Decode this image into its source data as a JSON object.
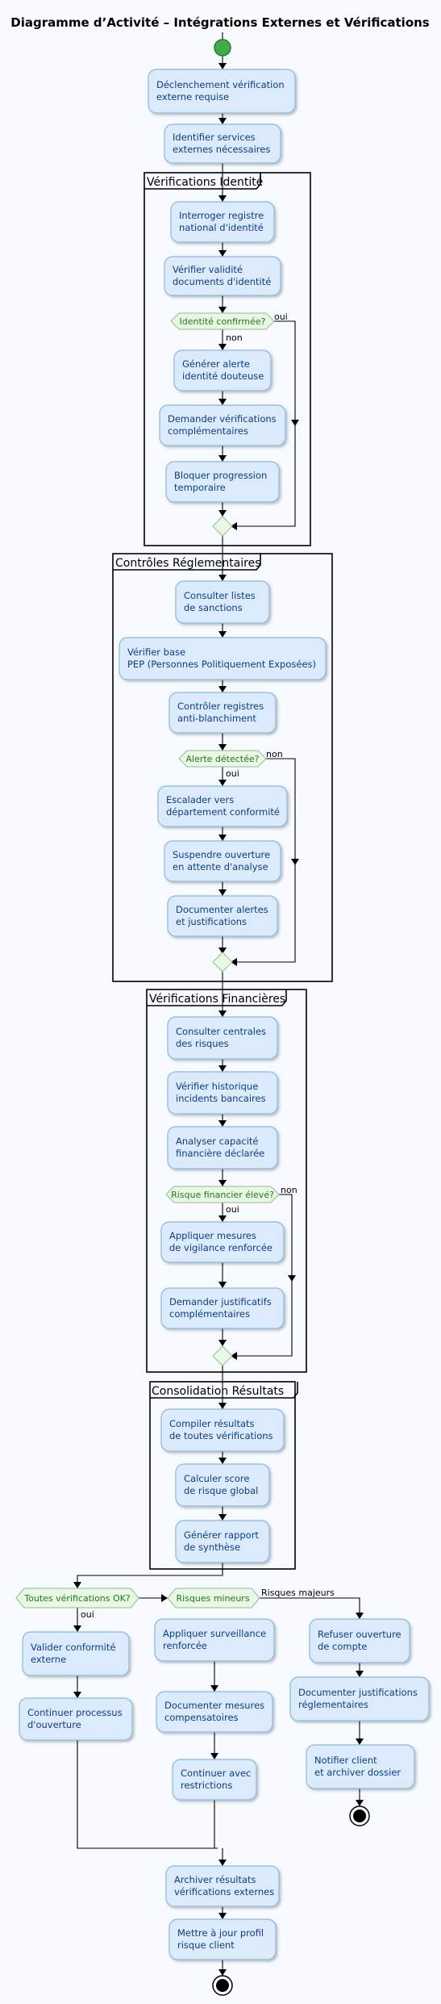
{
  "diagram": {
    "title": "Diagramme d’Activité – Intégrations Externes et Vérifications",
    "partitions": {
      "identite": "Vérifications Identité",
      "reglementaire": "Contrôles Réglementaires",
      "financiere": "Vérifications Financières",
      "consolidation": "Consolidation Résultats"
    },
    "activities": {
      "declenchement": [
        "Déclenchement vérification",
        "externe requise"
      ],
      "identifier": [
        "Identifier services",
        "externes nécessaires"
      ],
      "registre": [
        "Interroger registre",
        "national d'identité"
      ],
      "validite": [
        "Vérifier validité",
        "documents d'identité"
      ],
      "alerte_id": [
        "Générer alerte",
        "identité douteuse"
      ],
      "demander_verif": [
        "Demander vérifications",
        "complémentaires"
      ],
      "bloquer": [
        "Bloquer progression",
        "temporaire"
      ],
      "sanctions": [
        "Consulter listes",
        "de sanctions"
      ],
      "pep": [
        "Vérifier base",
        "PEP (Personnes Politiquement Exposées)"
      ],
      "antiblanchiment": [
        "Contrôler registres",
        "anti-blanchiment"
      ],
      "escalader": [
        "Escalader vers",
        "département conformité"
      ],
      "suspendre": [
        "Suspendre ouverture",
        "en attente d'analyse"
      ],
      "documenter_alertes": [
        "Documenter alertes",
        "et justifications"
      ],
      "centrales": [
        "Consulter centrales",
        "des risques"
      ],
      "historique": [
        "Vérifier historique",
        "incidents bancaires"
      ],
      "capacite": [
        "Analyser capacité",
        "financière déclarée"
      ],
      "vigilance": [
        "Appliquer mesures",
        "de vigilance renforcée"
      ],
      "justificatifs": [
        "Demander justificatifs",
        "complémentaires"
      ],
      "compiler": [
        "Compiler résultats",
        "de toutes vérifications"
      ],
      "score": [
        "Calculer score",
        "de risque global"
      ],
      "rapport": [
        "Générer rapport",
        "de synthèse"
      ],
      "valider": [
        "Valider conformité",
        "externe"
      ],
      "continuer": [
        "Continuer processus",
        "d'ouverture"
      ],
      "surveillance": [
        "Appliquer surveillance",
        "renforcée"
      ],
      "documenter_mesures": [
        "Documenter mesures",
        "compensatoires"
      ],
      "restrictions": [
        "Continuer avec",
        "restrictions"
      ],
      "refuser": [
        "Refuser ouverture",
        "de compte"
      ],
      "doc_justif": [
        "Documenter justifications",
        "réglementaires"
      ],
      "notifier": [
        "Notifier client",
        "et archiver dossier"
      ],
      "archiver": [
        "Archiver résultats",
        "vérifications externes"
      ],
      "profil": [
        "Mettre à jour profil",
        "risque client"
      ]
    },
    "decisions": {
      "identite": "Identité confirmée?",
      "alerte": "Alerte détectée?",
      "risque": "Risque financier élevé?",
      "toutes": "Toutes vérifications OK?",
      "mineurs": "Risques mineurs"
    },
    "labels": {
      "oui_1": "oui",
      "non_1": "non",
      "non_2": "non",
      "oui_2": "oui",
      "non_3": "non",
      "oui_3": "oui",
      "oui_4": "oui",
      "majeurs": "Risques majeurs"
    }
  }
}
